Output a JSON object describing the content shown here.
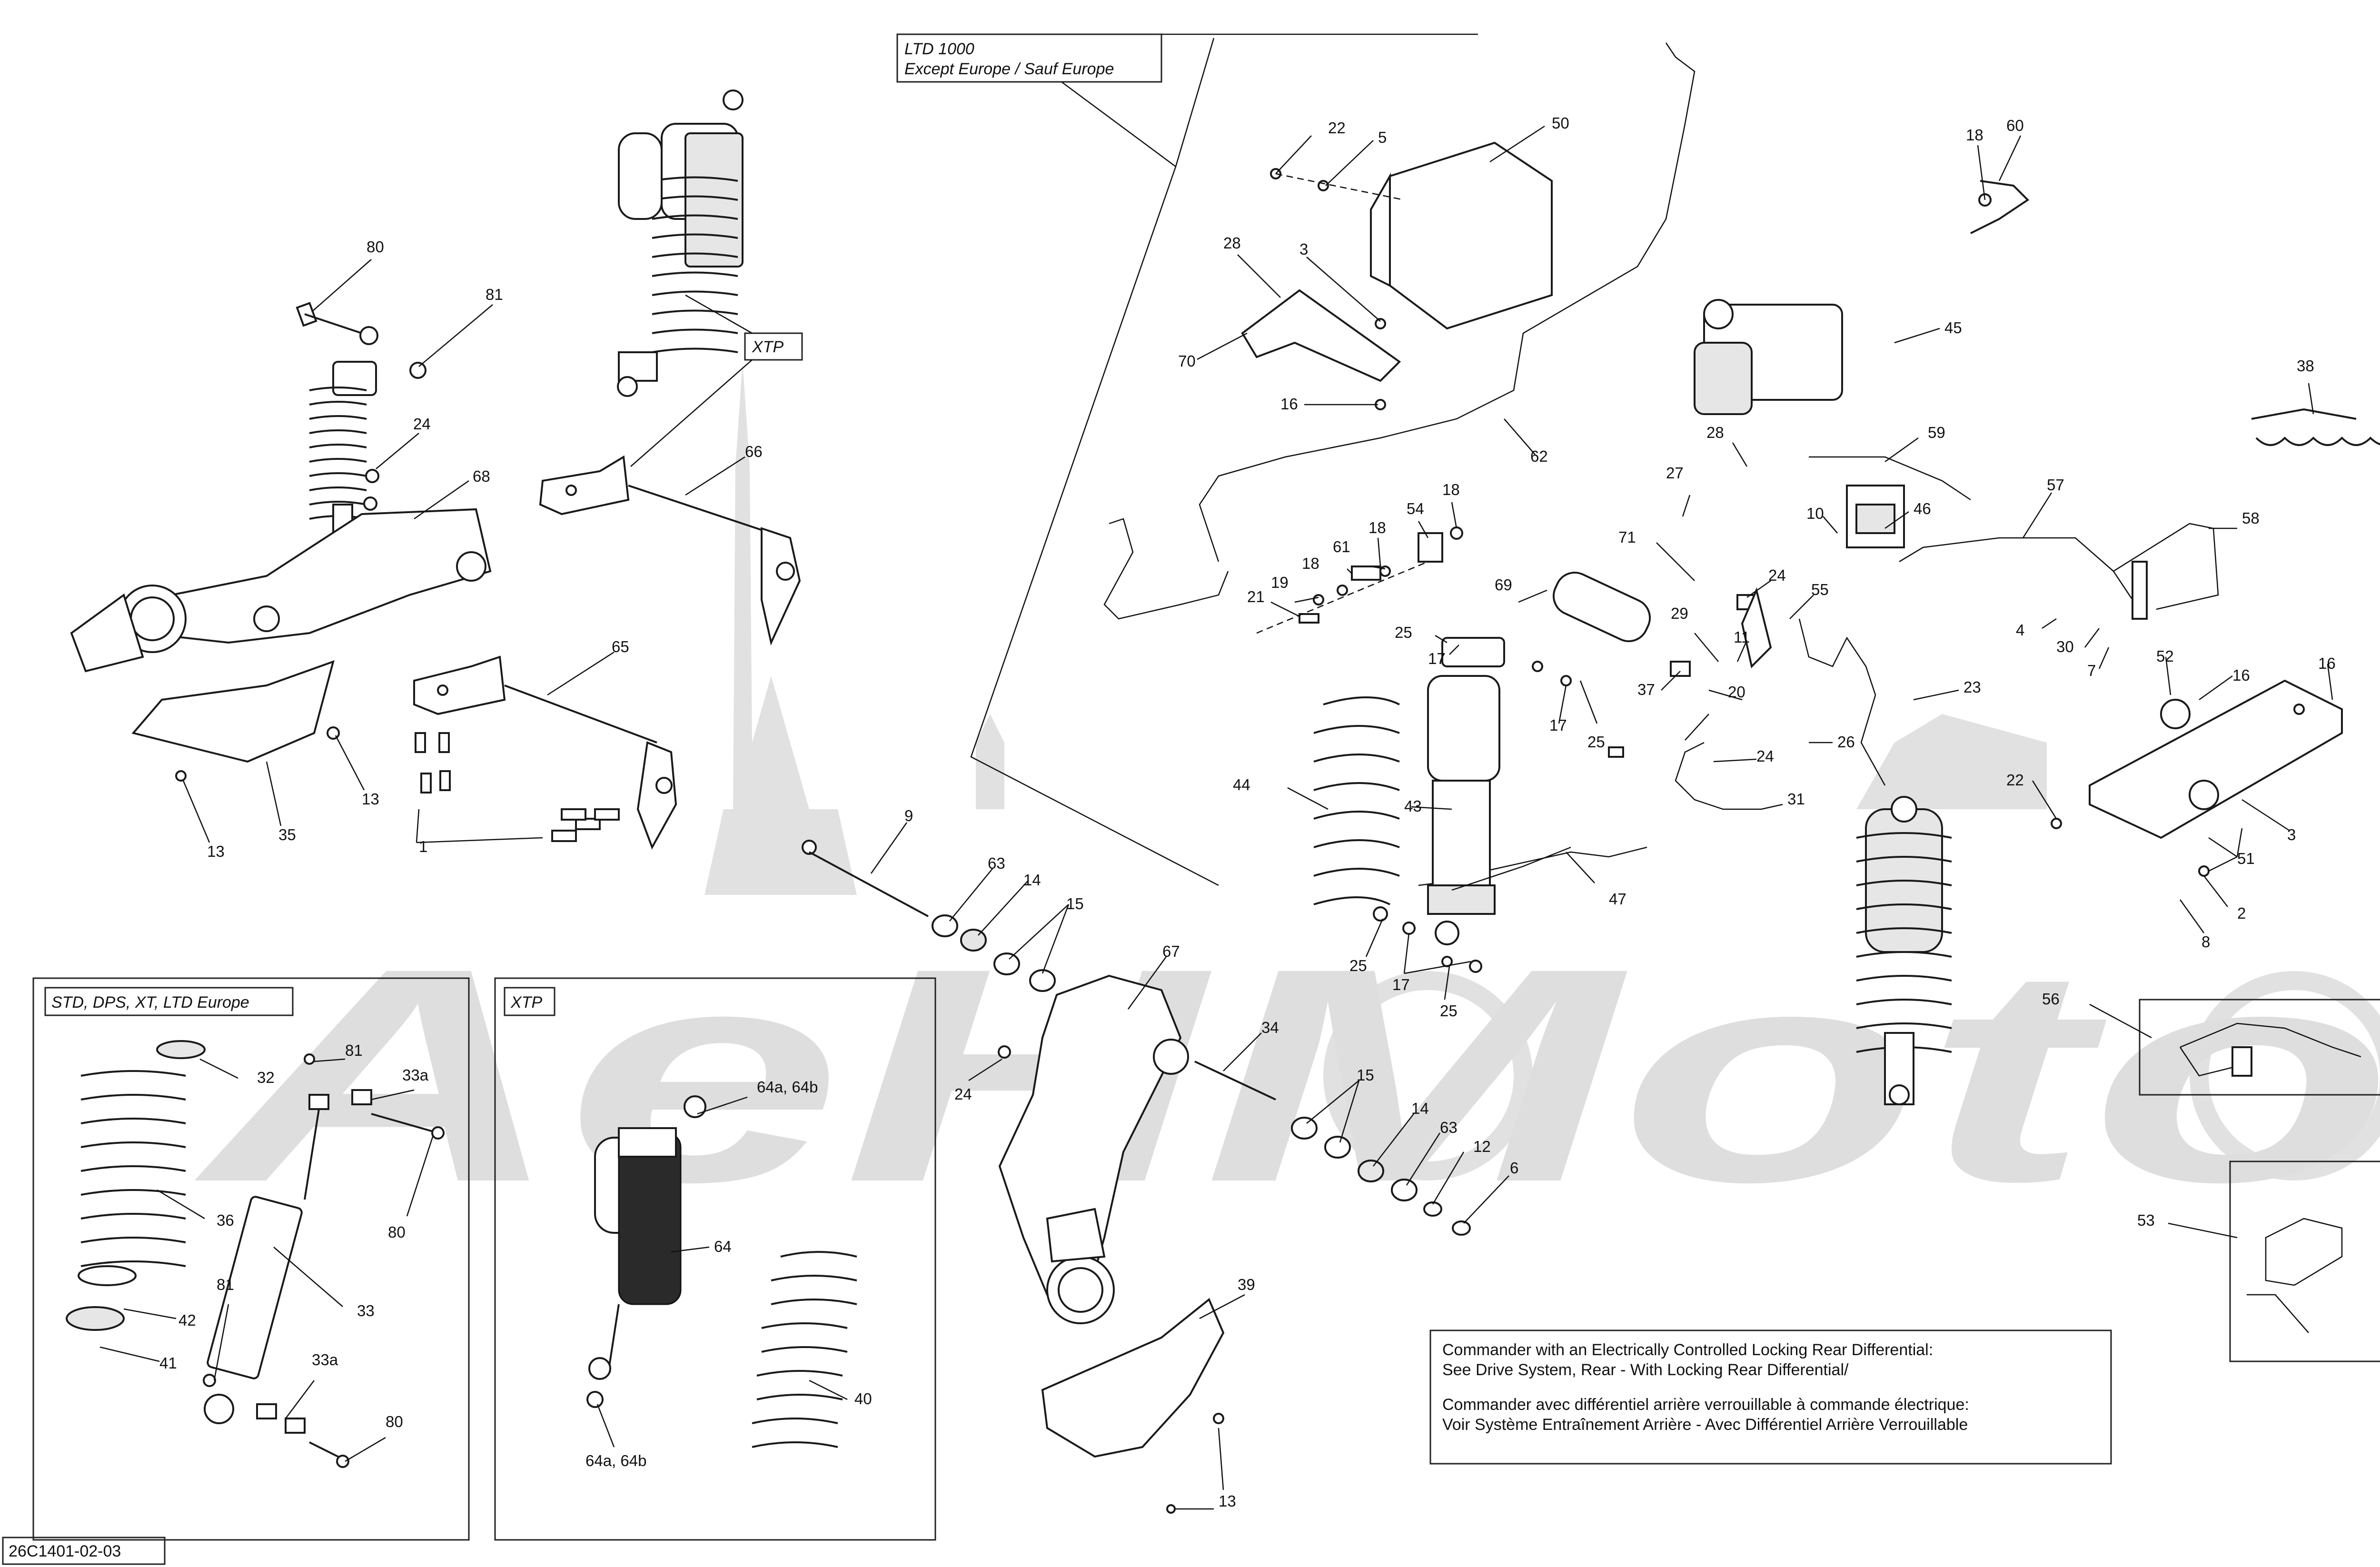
{
  "diagram_id": "26C1401-02-03",
  "watermark": {
    "text": "AeHMoto"
  },
  "boxes": {
    "ltd": {
      "line1": "LTD 1000",
      "line2": "Except Europe / Sauf Europe"
    },
    "std": {
      "label": "STD, DPS, XT, LTD Europe"
    },
    "xtp_panel": {
      "label": "XTP"
    },
    "xtp_tag": {
      "label": "XTP"
    }
  },
  "note": {
    "line1": "Commander with an Electrically Controlled Locking Rear Differential:",
    "line2": "See Drive System, Rear - With Locking Rear Differential/",
    "line3": "Commander avec différentiel arrière verrouillable à commande électrique:",
    "line4": "Voir Système Entraînement Arrière - Avec Différentiel Arrière Verrouillable"
  },
  "callouts": {
    "c80a": "80",
    "c81a": "81",
    "c24a": "24",
    "c68": "68",
    "c13a": "13",
    "c35": "35",
    "c13b": "13",
    "c66": "66",
    "c65": "65",
    "c1": "1",
    "c9": "9",
    "c63a": "63",
    "c14a": "14",
    "c15a": "15",
    "c67": "67",
    "c34": "34",
    "c24b": "24",
    "c15b": "15",
    "c14b": "14",
    "c63b": "63",
    "c12": "12",
    "c6": "6",
    "c39": "39",
    "c13c": "13",
    "c32": "32",
    "c81b": "81",
    "c33a1": "33a",
    "c36": "36",
    "c80b": "80",
    "c42": "42",
    "c81c": "81",
    "c33": "33",
    "c41": "41",
    "c33a2": "33a",
    "c80c": "80",
    "c64ab1": "64a, 64b",
    "c64": "64",
    "c64ab2": "64a, 64b",
    "c40": "40",
    "c22a": "22",
    "c5": "5",
    "c50": "50",
    "c28a": "28",
    "c3a": "3",
    "c70": "70",
    "c16a": "16",
    "c62": "62",
    "c54": "54",
    "c18a": "18",
    "c61": "61",
    "c18b": "18",
    "c18c": "18",
    "c19": "19",
    "c21": "21",
    "c71": "71",
    "c69": "69",
    "c25a": "25",
    "c17a": "17",
    "c17b": "17",
    "c25b": "25",
    "c44": "44",
    "c43": "43",
    "c25c": "25",
    "c17c": "17",
    "c25d": "25",
    "c47": "47",
    "c37": "37",
    "c29": "29",
    "c11": "11",
    "c24c": "24",
    "c55": "55",
    "c20": "20",
    "c24d": "24",
    "c31": "31",
    "c26": "26",
    "c23": "23",
    "c27": "27",
    "c28b": "28",
    "c10": "10",
    "c46": "46",
    "c59": "59",
    "c45": "45",
    "c18d": "18",
    "c60": "60",
    "c38": "38",
    "c57": "57",
    "c58": "58",
    "c4": "4",
    "c30": "30",
    "c7": "7",
    "c52": "52",
    "c16b": "16",
    "c16c": "16",
    "c22b": "22",
    "c3b": "3",
    "c51": "51",
    "c2": "2",
    "c8": "8",
    "c56": "56",
    "c53": "53"
  }
}
